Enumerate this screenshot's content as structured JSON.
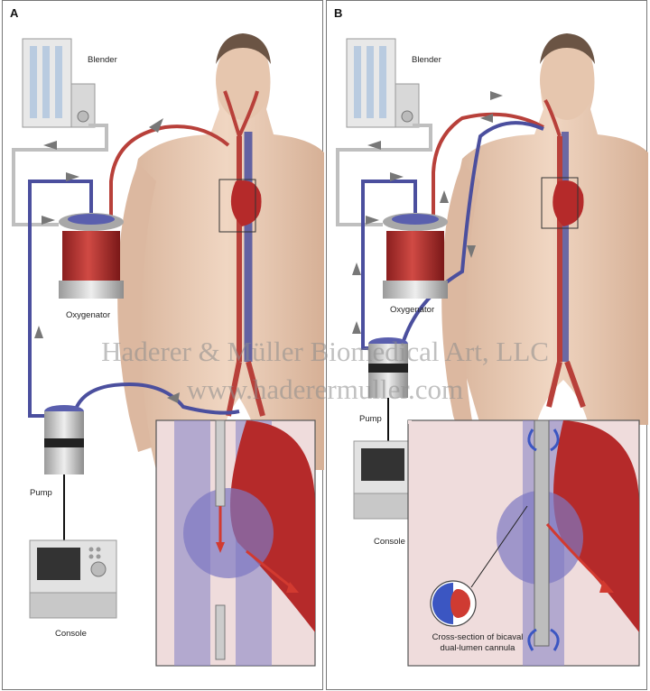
{
  "panel_a": {
    "letter": "A",
    "blender": "Blender",
    "oxygenator": "Oxygenator",
    "pump": "Pump",
    "console": "Console"
  },
  "panel_b": {
    "letter": "B",
    "blender": "Blender",
    "oxygenator": "Oxygenator",
    "pump": "Pump",
    "console": "Console",
    "cross_section_line1": "Cross-section of bicaval",
    "cross_section_line2": "dual-lumen cannula"
  },
  "watermark": {
    "line1": "Haderer & Müller Biomedical Art, LLC",
    "line2": "www.haderermuller.com"
  },
  "colors": {
    "venous": "#4b4f9e",
    "arterial": "#b8403a",
    "gas_line": "#bfbfbf",
    "skin": "#e9ccb6",
    "heart_red": "#b52a2a"
  }
}
